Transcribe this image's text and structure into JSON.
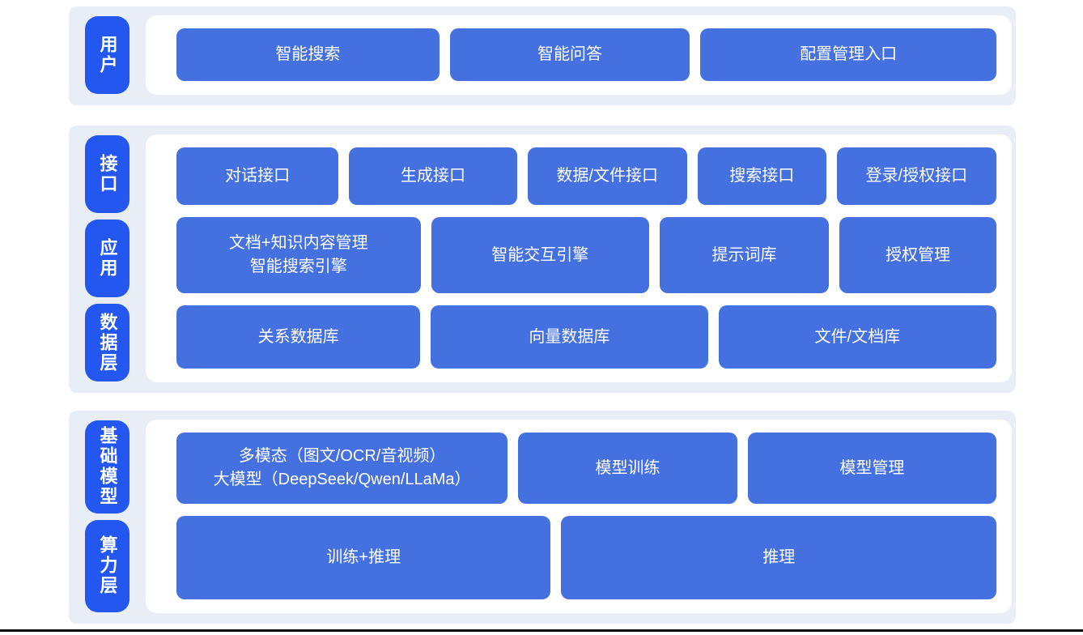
{
  "colors": {
    "page_bg": "#ffffff",
    "section_bg": "#e9eef6",
    "card_bg": "#ffffff",
    "tag_bg": "#2457f0",
    "block_bg": "#4571e0",
    "text": "#ffffff",
    "bottom_rule": "#0d0d0d"
  },
  "sections": [
    {
      "tags": [
        "用户"
      ],
      "rows": [
        [
          {
            "label": "智能搜索"
          },
          {
            "label": "智能问答"
          },
          {
            "label": "配置管理入口"
          }
        ]
      ]
    },
    {
      "tags": [
        "接口",
        "应用",
        "数据层"
      ],
      "rows": [
        [
          {
            "label": "对话接口"
          },
          {
            "label": "生成接口"
          },
          {
            "label": "数据/文件接口"
          },
          {
            "label": "搜索接口"
          },
          {
            "label": "登录/授权接口"
          }
        ],
        [
          {
            "label": "文档+知识内容管理\n智能搜索引擎"
          },
          {
            "label": "智能交互引擎"
          },
          {
            "label": "提示词库"
          },
          {
            "label": "授权管理"
          }
        ],
        [
          {
            "label": "关系数据库"
          },
          {
            "label": "向量数据库"
          },
          {
            "label": "文件/文档库"
          }
        ]
      ]
    },
    {
      "tags": [
        "基础模型",
        "算力层"
      ],
      "rows": [
        [
          {
            "label": "多模态（图文/OCR/音视频）\n大模型（DeepSeek/Qwen/LLaMa）"
          },
          {
            "label": "模型训练"
          },
          {
            "label": "模型管理"
          }
        ],
        [
          {
            "label": "训练+推理"
          },
          {
            "label": "推理"
          }
        ]
      ]
    }
  ]
}
